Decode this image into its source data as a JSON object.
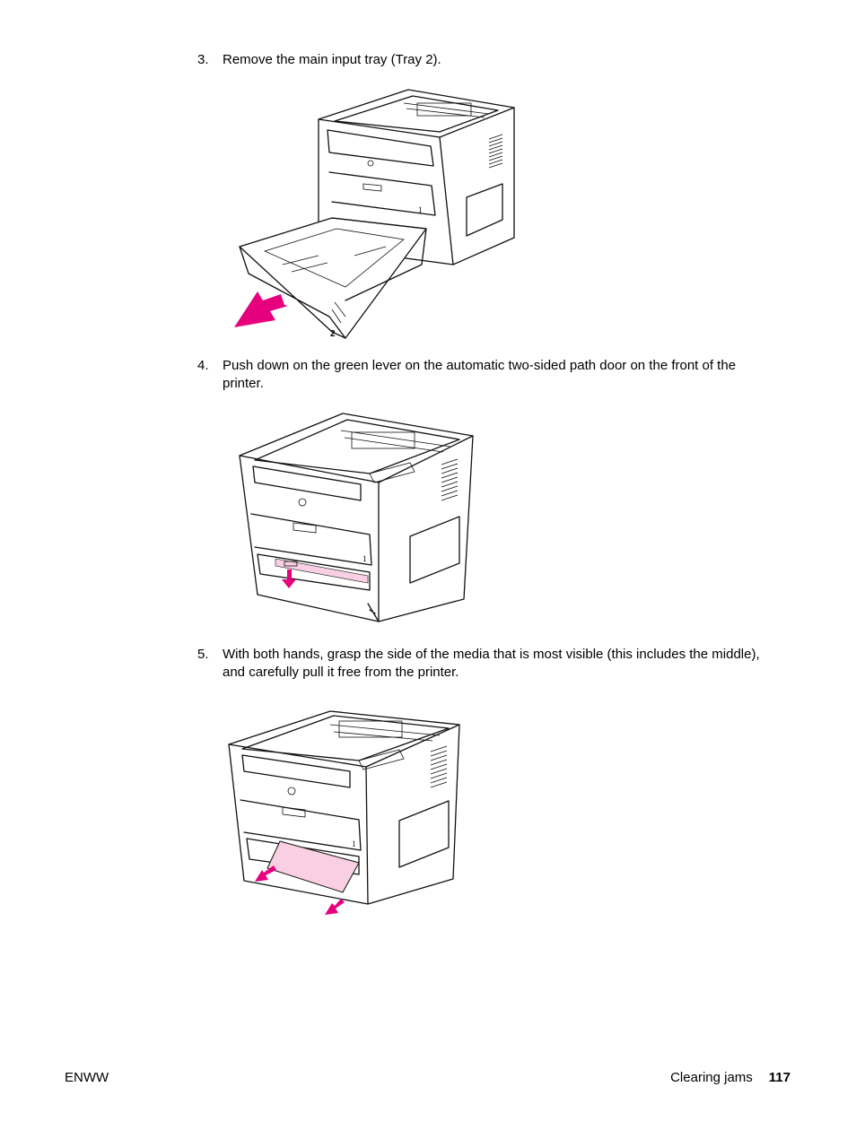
{
  "steps": [
    {
      "number": "3.",
      "text": "Remove the main input tray (Tray 2)."
    },
    {
      "number": "4.",
      "text": "Push down on the green lever on the automatic two-sided path door on the front of the printer."
    },
    {
      "number": "5.",
      "text": "With both hands, grasp the side of the media that is most visible (this includes the middle), and carefully pull it free from the printer."
    }
  ],
  "figure_labels": {
    "tray1": "1",
    "tray2": "2"
  },
  "colors": {
    "accent": "#e6007e",
    "paper": "#f9cfe3"
  },
  "footer": {
    "left": "ENWW",
    "section": "Clearing jams",
    "page": "117"
  }
}
